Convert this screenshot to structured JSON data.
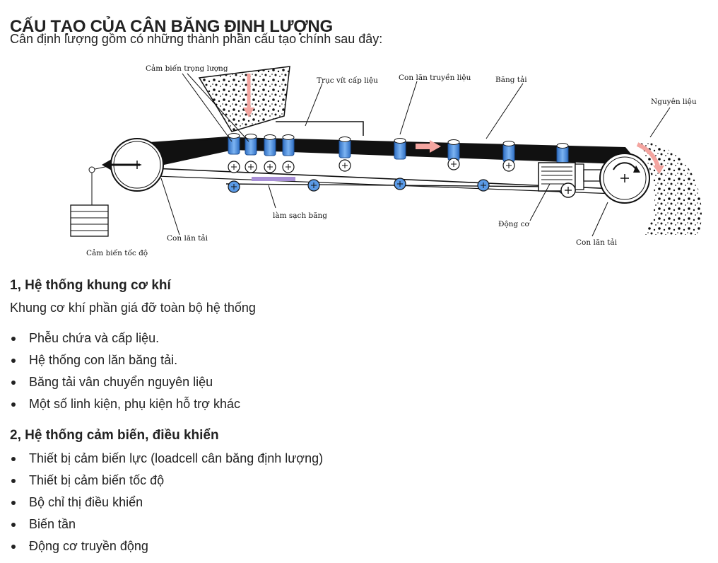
{
  "page": {
    "title": "CẤU TẠO CỦA CÂN BĂNG ĐỊNH LƯỢNG",
    "intro": "Cân định lượng gồm có những thành phần cấu tạo chính sau đây:"
  },
  "diagram": {
    "labels": {
      "weight_sensor": "Cảm biến trọng lượng",
      "screw_feeder": "Trục vít cấp liệu",
      "transfer_roller": "Con lăn truyền liệu",
      "belt": "Băng tải",
      "material": "Nguyên liệu",
      "belt_cleaner": "làm sạch băng",
      "load_roller_left": "Con lăn tải",
      "speed_sensor": "Cảm biến tốc độ",
      "motor": "Động cơ",
      "load_roller_right": "Con lăn tải"
    },
    "colors": {
      "roller": "#4a8fe0",
      "cleaner": "#a88fd6",
      "arrow": "#f4a5a0",
      "belt": "#111111"
    }
  },
  "sections": [
    {
      "heading": "1, Hệ thống khung cơ khí",
      "paragraph": "Khung cơ khí phần giá đỡ toàn bộ hệ thống",
      "items": [
        "Phễu chứa và cấp liệu.",
        "Hệ thống con lăn băng tải.",
        "Băng tải vân chuyển nguyên liệu",
        "Một số linh kiện, phụ kiện hỗ trợ khác"
      ]
    },
    {
      "heading": "2, Hệ thống cảm biến, điều khiển",
      "items": [
        "Thiết bị cảm biến lực (loadcell cân băng định lượng)",
        "Thiết bị cảm biến tốc độ",
        "Bộ chỉ thị điều khiển",
        "Biến tần",
        "Động cơ truyền động"
      ]
    }
  ]
}
